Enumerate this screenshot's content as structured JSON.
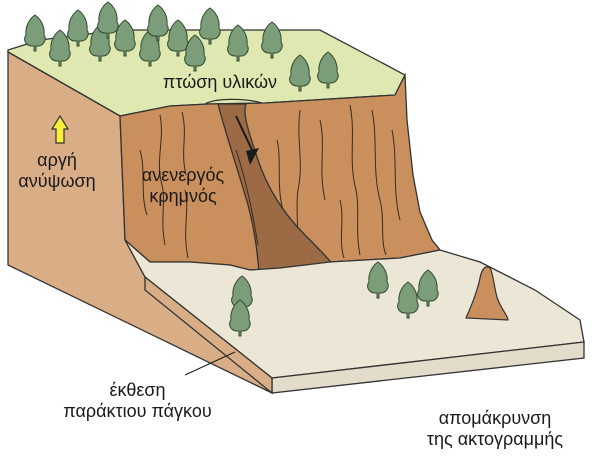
{
  "labels": {
    "material_fall": "πτώση υλικών",
    "slow_uplift_line1": "αργή",
    "slow_uplift_line2": "ανύψωση",
    "inactive_cliff_line1": "ανενεργός",
    "inactive_cliff_line2": "κρημνός",
    "platform_exposure_line1": "έκθεση",
    "platform_exposure_line2": "παράκτιου πάγκου",
    "shoreline_retreat_line1": "απομάκρυνση",
    "shoreline_retreat_line2": "της ακτογραμμής"
  },
  "colors": {
    "grass_top": "#dfe8b0",
    "block_side": "#d9ad85",
    "cliff_face": "#c98f5d",
    "talus": "#9c6a44",
    "platform": "#ebe6d6",
    "tree": "#7c9d7a",
    "arrow_fill": "#f5ef3a"
  }
}
